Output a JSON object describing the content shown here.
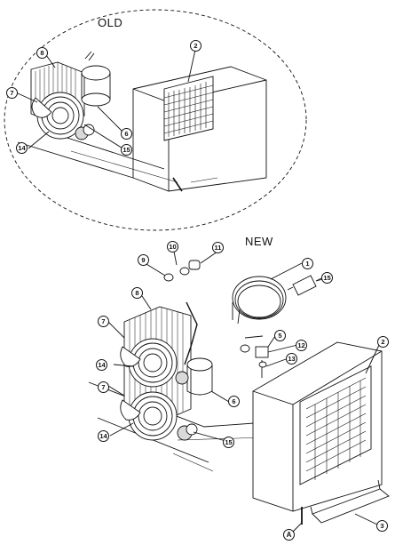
{
  "diagram": {
    "old_label": "OLD",
    "new_label": "NEW",
    "old_callouts": [
      "8",
      "2",
      "7",
      "14",
      "6",
      "15"
    ],
    "new_callouts": [
      "10",
      "11",
      "9",
      "1",
      "15",
      "8",
      "7",
      "5",
      "12",
      "2",
      "13",
      "14",
      "6",
      "7",
      "14",
      "15",
      "3",
      "A"
    ]
  },
  "colors": {
    "line": "#111111",
    "fill": "#ffffff",
    "shade": "#d9d9d9"
  }
}
